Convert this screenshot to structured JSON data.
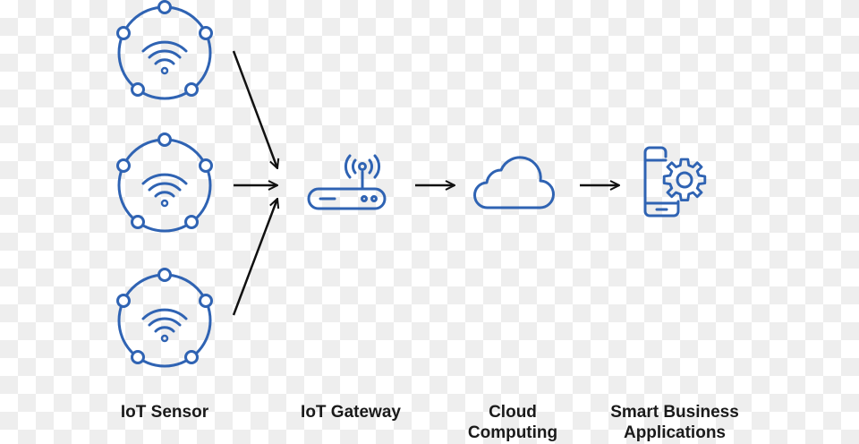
{
  "labels": {
    "sensor": "IoT Sensor",
    "gateway": "IoT Gateway",
    "cloud_line1": "Cloud",
    "cloud_line2": "Computing",
    "apps_line1": "Smart Business",
    "apps_line2": "Applications"
  },
  "colors": {
    "icon_stroke": "#2f63b3",
    "arrow": "#111111",
    "label": "#1a1a1a"
  },
  "icons": [
    "wifi-sensor-icon",
    "router-icon",
    "cloud-icon",
    "smartphone-gear-icon"
  ]
}
